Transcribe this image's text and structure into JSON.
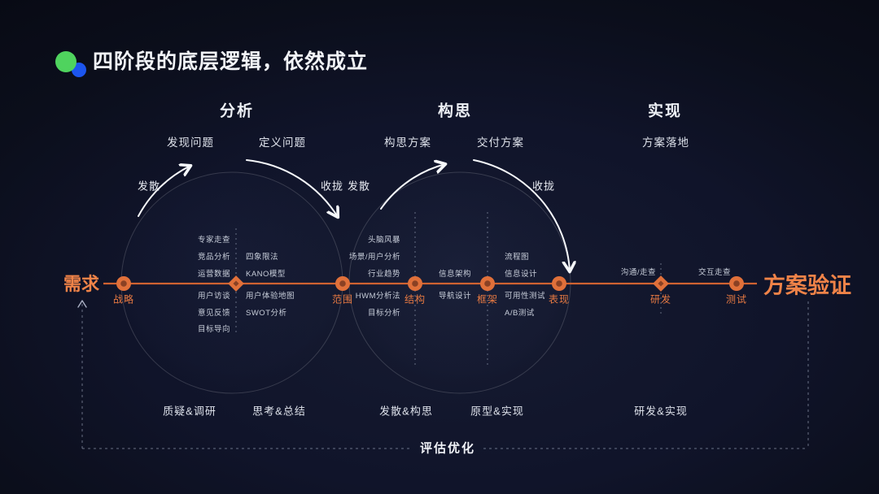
{
  "title": {
    "text": "四阶段的底层逻辑，依然成立"
  },
  "colors": {
    "background": "#10142a",
    "accent_orange": "#e0703a",
    "bright_orange": "#f08348",
    "green_dot": "#4fd35e",
    "blue_dot": "#1c55ee",
    "arrow_white": "#f5f7fa"
  },
  "stages": [
    "分析",
    "构思",
    "实现"
  ],
  "goals": [
    "发现问题",
    "定义问题",
    "构思方案",
    "交付方案",
    "方案落地"
  ],
  "flow": [
    "发散",
    "收拢",
    "发散",
    "收拢"
  ],
  "timeline": {
    "start": "需求",
    "end": "方案验证",
    "nodes": [
      "战略",
      "范围",
      "结构",
      "框架",
      "表现",
      "研发",
      "测试"
    ]
  },
  "methods": {
    "strategy_a": [
      "专家走查",
      "竞品分析",
      "运营数据",
      "用户访谈",
      "意见反馈",
      "目标导向"
    ],
    "strategy_b": [
      "四象限法",
      "KANO模型",
      "用户体验地图",
      "SWOT分析"
    ],
    "scope": [
      "头脑风暴",
      "场景/用户分析",
      "行业趋势",
      "HWM分析法",
      "目标分析"
    ],
    "structure": [
      "信息架构",
      "导航设计"
    ],
    "framework": [
      "流程图",
      "信息设计",
      "可用性测试",
      "A/B测试"
    ],
    "develop": [
      "沟通/走查",
      "交互走查"
    ]
  },
  "activities": [
    "质疑&调研",
    "思考&总结",
    "发散&构思",
    "原型&实现",
    "研发&实现"
  ],
  "feedback": "评估优化"
}
